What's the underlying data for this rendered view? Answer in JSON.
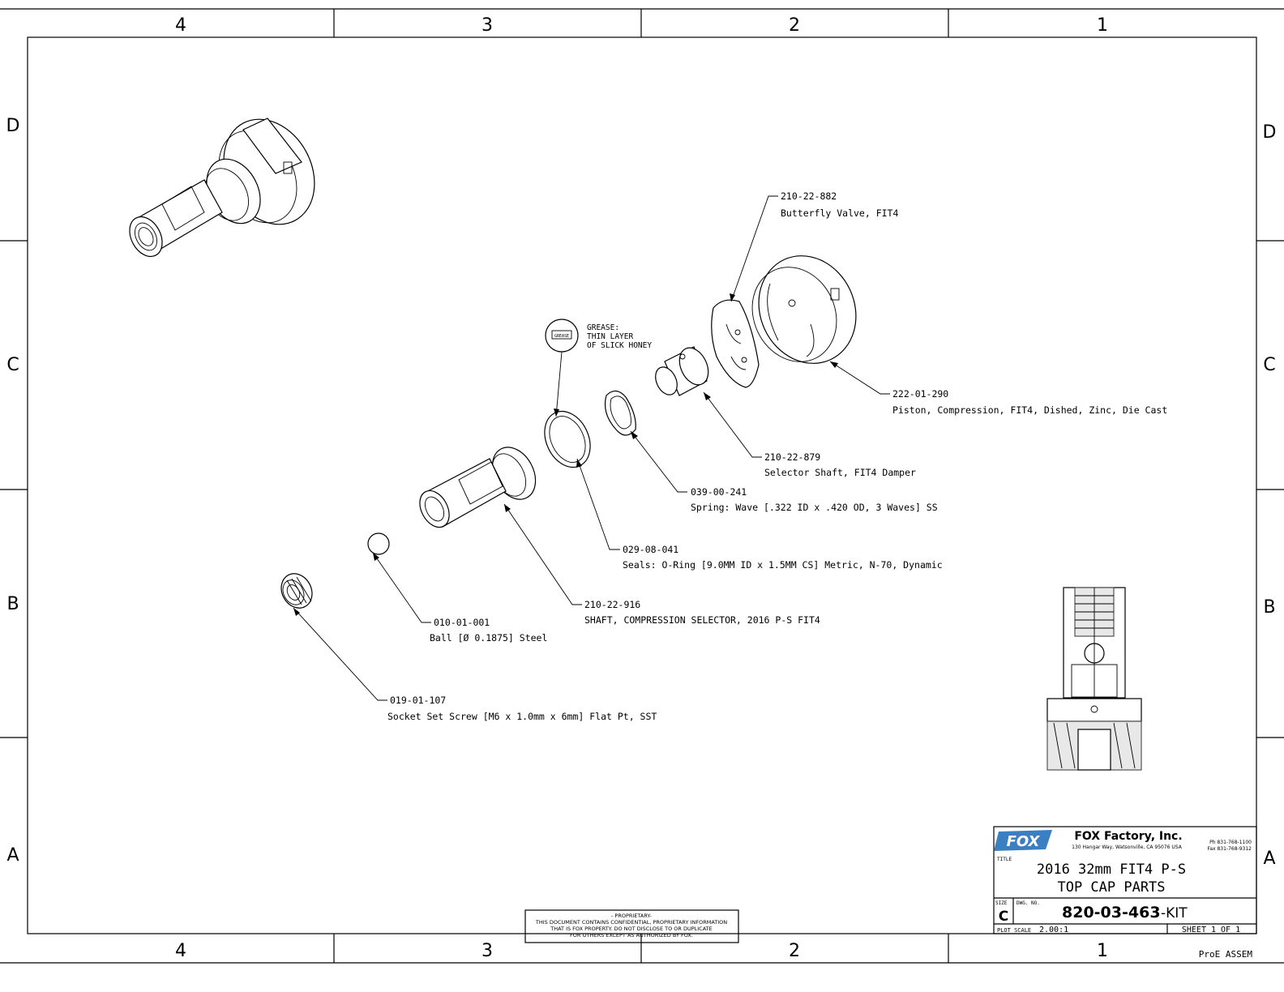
{
  "border": {
    "columns_top": [
      "4",
      "3",
      "2",
      "1"
    ],
    "columns_bottom": [
      "4",
      "3",
      "2",
      "1"
    ],
    "rows_left": [
      "D",
      "C",
      "B",
      "A"
    ],
    "rows_right": [
      "D",
      "C",
      "B",
      "A"
    ]
  },
  "callouts": [
    {
      "part": "210-22-882",
      "desc": "Butterfly Valve, FIT4"
    },
    {
      "part": "222-01-290",
      "desc": "Piston, Compression, FIT4, Dished, Zinc, Die Cast"
    },
    {
      "part": "210-22-879",
      "desc": "Selector Shaft, FIT4 Damper"
    },
    {
      "part": "039-00-241",
      "desc": "Spring: Wave [.322 ID x .420 OD, 3 Waves] SS"
    },
    {
      "part": "029-08-041",
      "desc": "Seals: O-Ring [9.0MM ID x 1.5MM CS] Metric, N-70, Dynamic"
    },
    {
      "part": "210-22-916",
      "desc": "SHAFT, COMPRESSION SELECTOR, 2016 P-S FIT4"
    },
    {
      "part": "010-01-001",
      "desc": "Ball [Ø 0.1875] Steel"
    },
    {
      "part": "019-01-107",
      "desc": "Socket Set Screw [M6 x 1.0mm x 6mm] Flat Pt, SST"
    }
  ],
  "grease": {
    "icon_label": "GREASE",
    "lines": [
      "GREASE:",
      "THIN LAYER",
      "OF SLICK HONEY"
    ]
  },
  "proprietary": {
    "lines": [
      "- PROPRIETARY-",
      "THIS DOCUMENT CONTAINS CONFIDENTIAL, PROPRIETARY INFORMATION",
      "THAT IS FOX PROPERTY.  DO NOT DISCLOSE TO OR DUPLICATE",
      "FOR OTHERS EXCEPT AS AUTHORIZED BY FOX."
    ]
  },
  "title_block": {
    "logo_text": "FOX",
    "company": "FOX Factory, Inc.",
    "address": "130 Hangar Way, Watsonville, CA 95076 USA",
    "phone": "Ph 831-768-1100",
    "fax": "Fax 831-768-9312",
    "title_label": "TITLE",
    "title_line1": "2016 32mm FIT4 P-S",
    "title_line2": "TOP CAP PARTS",
    "size_label": "SIZE",
    "size_value": "C",
    "dwg_label": "DWG. NO.",
    "dwg_number": "820-03-463",
    "dwg_suffix": "-KIT",
    "plot_scale_label": "PLOT SCALE",
    "plot_scale_value": "2.00:1",
    "sheet": "SHEET 1 OF 1",
    "footer": "ProE ASSEM"
  },
  "colors": {
    "ink": "#000000",
    "logo_blue": "#3a7fc1",
    "paper": "#ffffff"
  }
}
